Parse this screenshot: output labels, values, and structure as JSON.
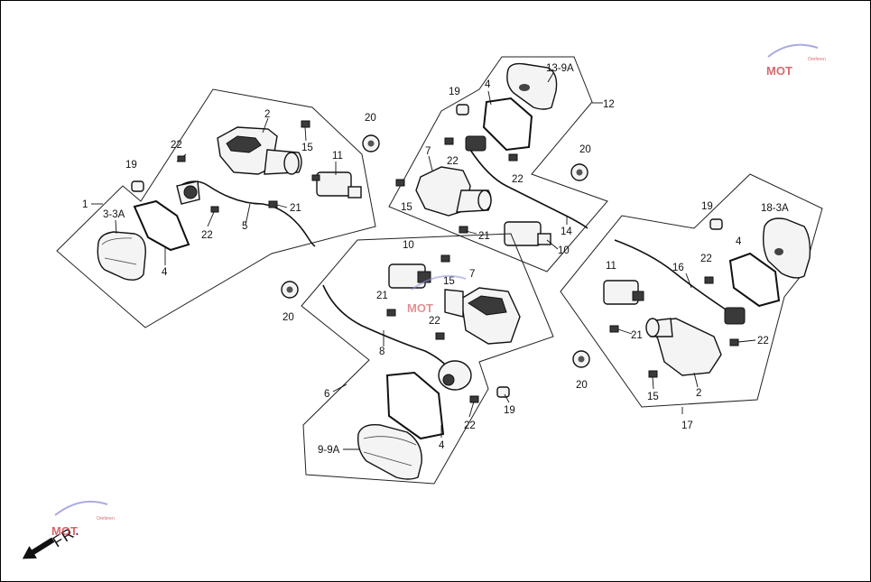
{
  "diagram": {
    "direction_marker": "FR.",
    "watermark": {
      "text": "MOT",
      "sub": "Oreferen"
    },
    "callouts": {
      "c1": "1",
      "c2a": "2",
      "c3_3a": "3-3A",
      "c4a": "4",
      "c5": "5",
      "c11a": "11",
      "c15a": "15",
      "c19a": "19",
      "c20a": "20",
      "c21a": "21",
      "c22a": "22",
      "c22b": "22",
      "c12": "12",
      "c13_9a": "13-9A",
      "c4b": "4",
      "c19b": "19",
      "c7a": "7",
      "c22c": "22",
      "c22d": "22",
      "c15b": "15",
      "c21b": "21",
      "c14": "14",
      "c10a": "10",
      "c20b": "20",
      "c6": "6",
      "c10b": "10",
      "c15c": "15",
      "c7b": "7",
      "c21c": "21",
      "c22e": "22",
      "c8": "8",
      "c4c": "4",
      "c9_9a": "9-9A",
      "c22f": "22",
      "c19c": "19",
      "c20c": "20",
      "c17": "17",
      "c18_3a": "18-3A",
      "c19d": "19",
      "c4d": "4",
      "c16": "16",
      "c22g": "22",
      "c11b": "11",
      "c21d": "21",
      "c22h": "22",
      "c2b": "2",
      "c15d": "15",
      "c20d": "20"
    }
  }
}
